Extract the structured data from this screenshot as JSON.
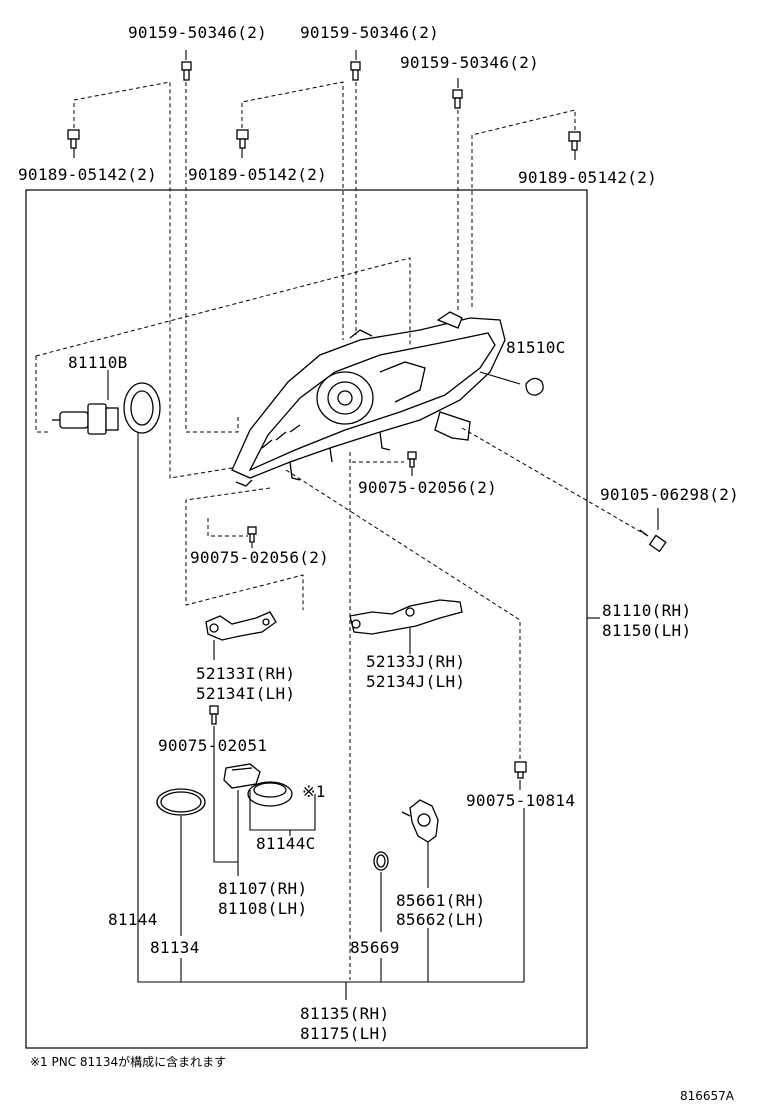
{
  "labels": {
    "screw_a_top_left": "90159-50346(2)",
    "screw_a_top_mid": "90159-50346(2)",
    "screw_a_top_right": "90159-50346(2)",
    "screw_b_left": "90189-05142(2)",
    "screw_b_mid": "90189-05142(2)",
    "screw_b_right": "90189-05142(2)",
    "bulb": "81110B",
    "reflector_cap": "81510C",
    "bolt_right": "90105-06298(2)",
    "screw_c_center": "90075-02056(2)",
    "screw_c_left": "90075-02056(2)",
    "assy_rh": "81110(RH)",
    "assy_lh": "81150(LH)",
    "bracket_i_rh": "52133I(RH)",
    "bracket_i_lh": "52134I(LH)",
    "bracket_j_rh": "52133J(RH)",
    "bracket_j_lh": "52134J(LH)",
    "screw_d": "90075-02051",
    "note_mark": "※1",
    "screw_e": "90075-10814",
    "cover": "81144C",
    "computer_rh": "81107(RH)",
    "computer_lh": "81108(LH)",
    "ring": "81144",
    "gasket": "81134",
    "actuator_rh": "85661(RH)",
    "actuator_lh": "85662(LH)",
    "oring": "85669",
    "unit_rh": "81135(RH)",
    "unit_lh": "81175(LH)"
  },
  "footnote": "※1 PNC 81134が構成に含まれます",
  "drawing_id": "816657A"
}
